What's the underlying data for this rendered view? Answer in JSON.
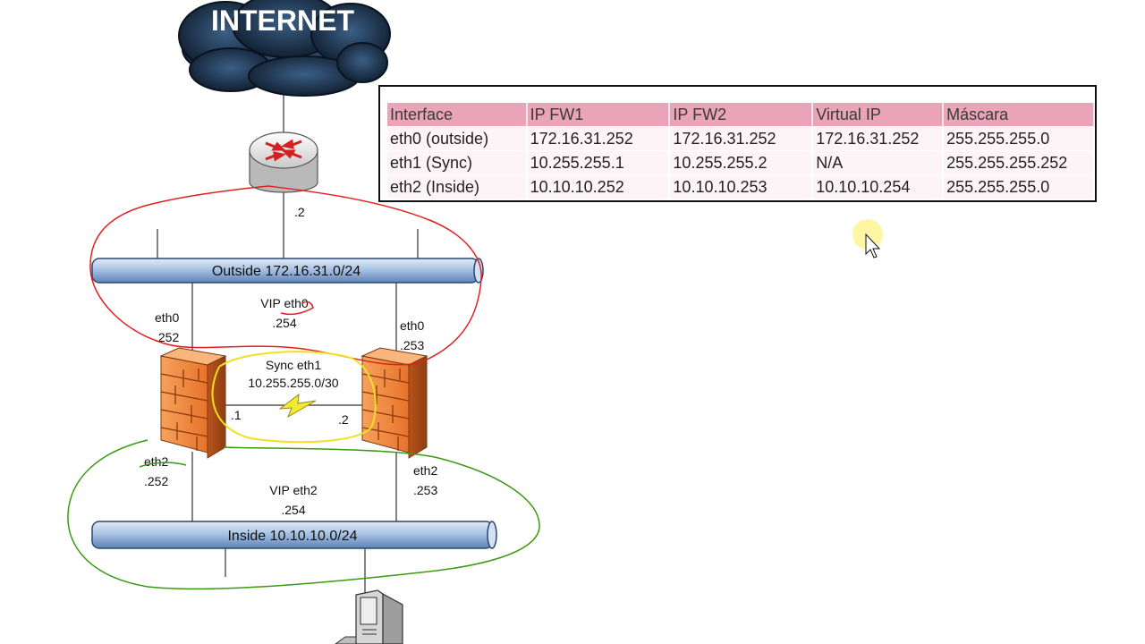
{
  "diagram": {
    "cloud_label": "INTERNET",
    "router_ip": ".2",
    "outside_network": "Outside 172.16.31.0/24",
    "inside_network": "Inside 10.10.10.0/24",
    "vip_eth0": {
      "name": "VIP eth0",
      "ip": ".254"
    },
    "vip_eth2": {
      "name": "VIP eth2",
      "ip": ".254"
    },
    "fw1": {
      "eth0_name": "eth0",
      "eth0_ip": ".252",
      "eth2_name": "eth2",
      "eth2_ip": ".252",
      "sync_ip": ".1"
    },
    "fw2": {
      "eth0_name": "eth0",
      "eth0_ip": ".253",
      "eth2_name": "eth2",
      "eth2_ip": ".253",
      "sync_ip": ".2"
    },
    "sync_link": {
      "name": "Sync eth1",
      "network": "10.255.255.0/30"
    },
    "annotation_colors": {
      "outside": "#e02020",
      "sync": "#f0e020",
      "inside": "#3a9a10"
    }
  },
  "table": {
    "headers": [
      "Interface",
      "IP FW1",
      "IP FW2",
      "Virtual IP",
      "Máscara"
    ],
    "rows": [
      [
        "eth0 (outside)",
        "172.16.31.252",
        "172.16.31.252",
        "172.16.31.252",
        "255.255.255.0"
      ],
      [
        "eth1 (Sync)",
        "10.255.255.1",
        "10.255.255.2",
        "N/A",
        "255.255.255.252"
      ],
      [
        "eth2 (Inside)",
        "10.10.10.252",
        "10.10.10.253",
        "10.10.10.254",
        "255.255.255.0"
      ]
    ]
  }
}
